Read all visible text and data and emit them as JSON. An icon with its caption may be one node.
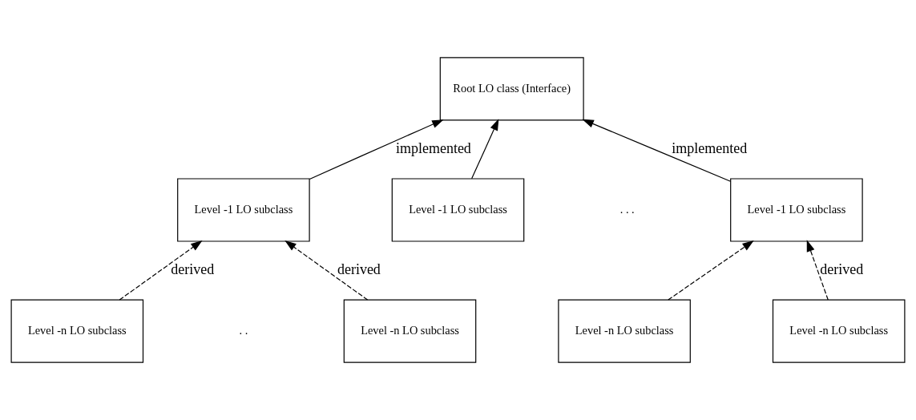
{
  "diagram": {
    "nodes": [
      {
        "text": [
          "Root LO class (Interface)"
        ]
      },
      {
        "text": [
          "Level -1 LO subclass"
        ]
      },
      {
        "text": [
          "Level -1 LO subclass"
        ]
      },
      {
        "text": [
          "Level -1 LO subclass"
        ]
      },
      {
        "text": [
          "Level -n LO subclass"
        ]
      },
      {
        "text": [
          "Level -n LO subclass"
        ]
      },
      {
        "text": [
          "Level -n LO subclass"
        ]
      },
      {
        "text": [
          "Level -n LO subclass"
        ]
      }
    ],
    "edges": [
      {
        "from": 1,
        "to": 0,
        "arrow": "to",
        "label": "implemented"
      },
      {
        "from": 2,
        "to": 0,
        "arrow": "to"
      },
      {
        "from": 3,
        "to": 0,
        "arrow": "to",
        "label": "implemented"
      },
      {
        "from": 4,
        "to": 1,
        "arrow": "to",
        "label": "derived",
        "style": "dashed"
      },
      {
        "from": 5,
        "to": 1,
        "arrow": "to",
        "label": "derived",
        "style": "dashed"
      },
      {
        "from": 6,
        "to": 3,
        "arrow": "to",
        "style": "dashed"
      },
      {
        "from": 7,
        "to": 3,
        "arrow": "to",
        "label": "derived",
        "style": "dashed"
      }
    ],
    "labels": [
      ". . .",
      ". ."
    ]
  }
}
